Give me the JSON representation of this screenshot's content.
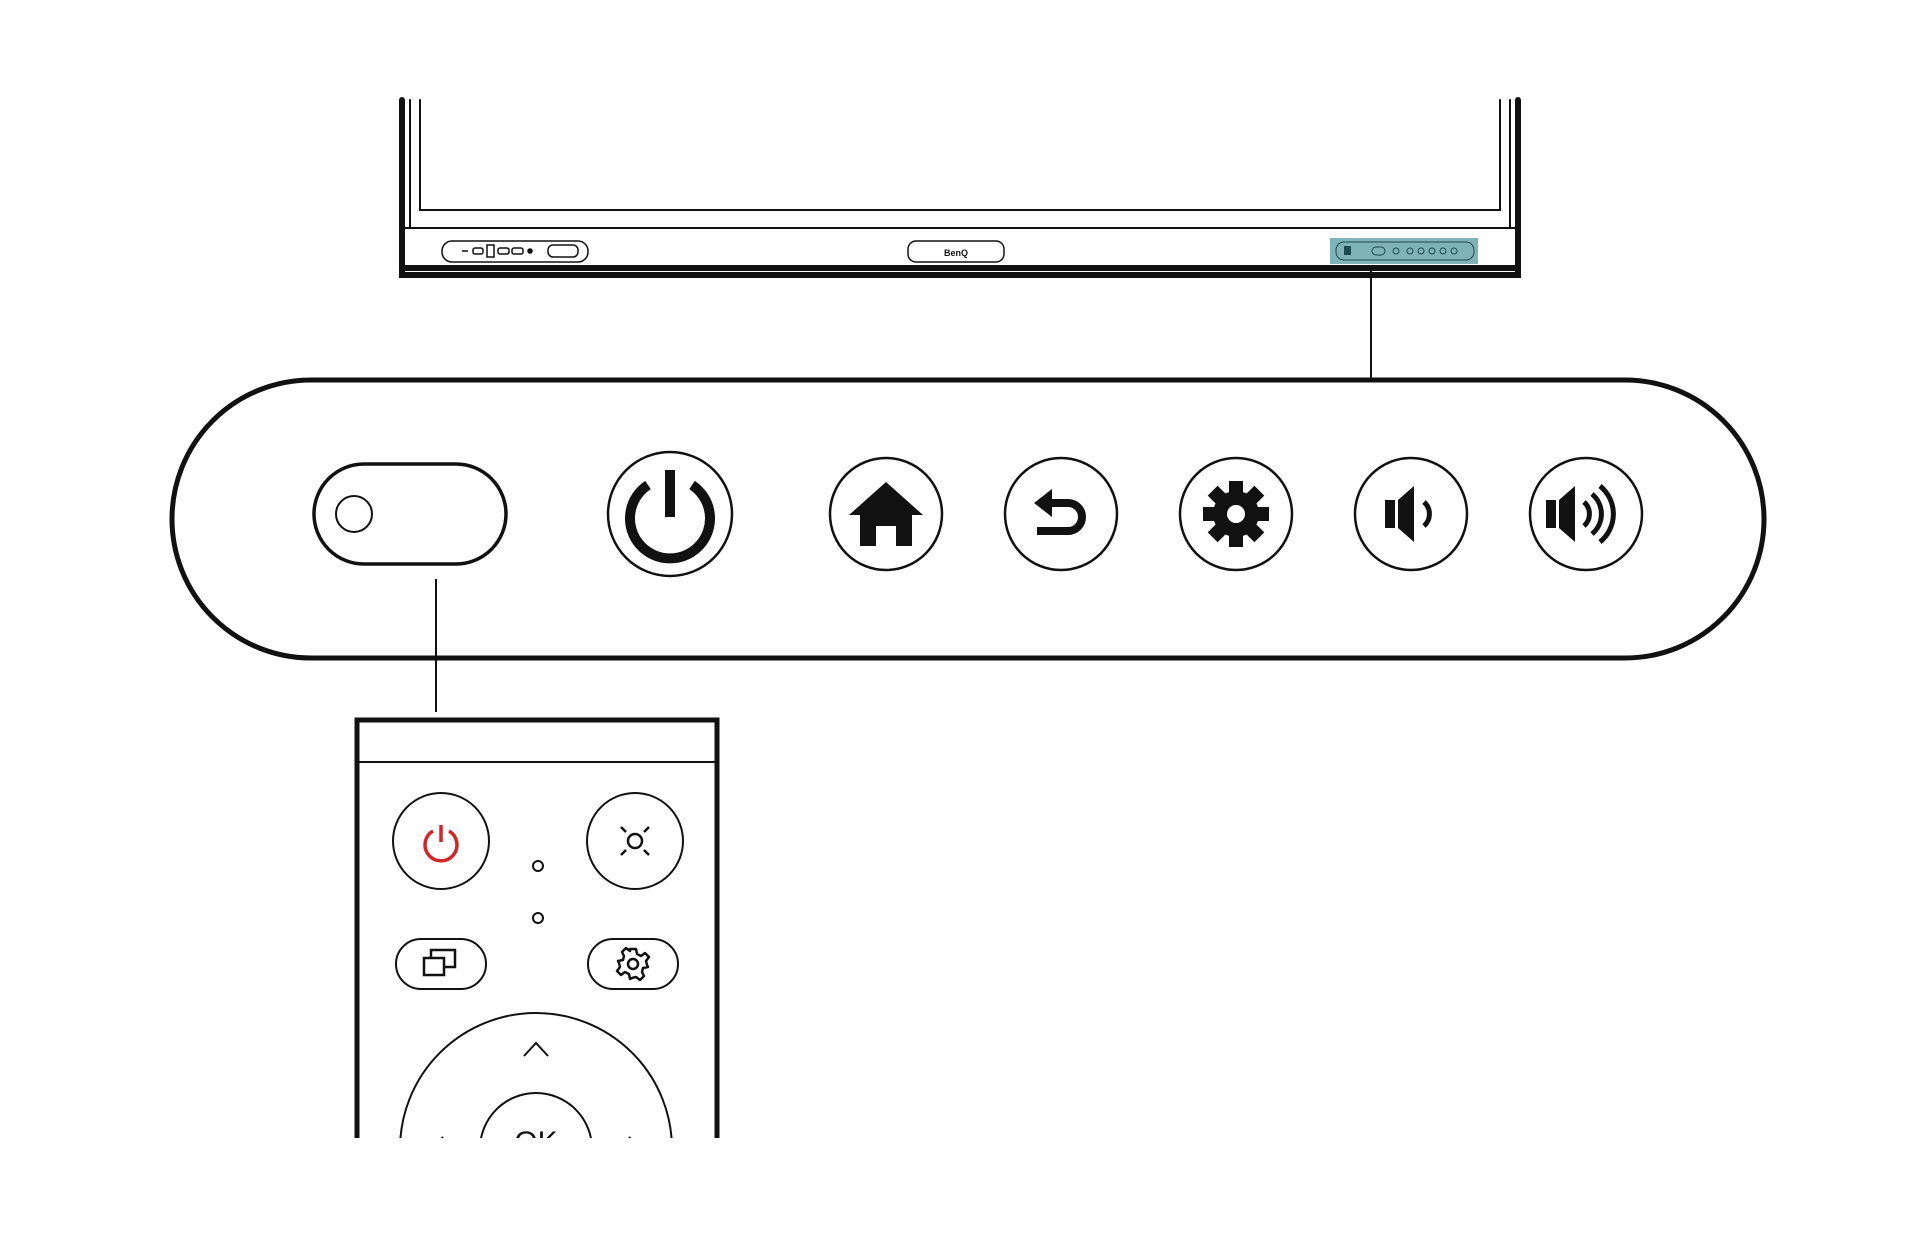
{
  "display": {
    "brand_logo": "BenQ"
  },
  "control_panel": {
    "buttons": [
      {
        "id": "ir-sensor",
        "icon": "ir-sensor-icon",
        "interactable": false
      },
      {
        "id": "power",
        "icon": "power-icon",
        "interactable": true
      },
      {
        "id": "home",
        "icon": "home-icon",
        "interactable": true
      },
      {
        "id": "back",
        "icon": "back-arrow-icon",
        "interactable": true
      },
      {
        "id": "settings",
        "icon": "gear-icon",
        "interactable": true
      },
      {
        "id": "volume-down",
        "icon": "volume-down-icon",
        "interactable": true
      },
      {
        "id": "volume-up",
        "icon": "volume-up-icon",
        "interactable": true
      }
    ]
  },
  "remote": {
    "buttons": [
      {
        "id": "power",
        "icon": "power-icon",
        "color": "#d0262a"
      },
      {
        "id": "brightness",
        "icon": "brightness-icon"
      },
      {
        "id": "multi-window",
        "icon": "multi-window-icon"
      },
      {
        "id": "settings",
        "icon": "gear-icon"
      },
      {
        "id": "nav-up",
        "icon": "chevron-up-icon"
      },
      {
        "id": "ok",
        "label": "OK"
      }
    ],
    "ok_label": "OK"
  },
  "colors": {
    "line": "#111111",
    "panel_highlight": "#7fb3b8",
    "remote_power": "#d0262a"
  }
}
